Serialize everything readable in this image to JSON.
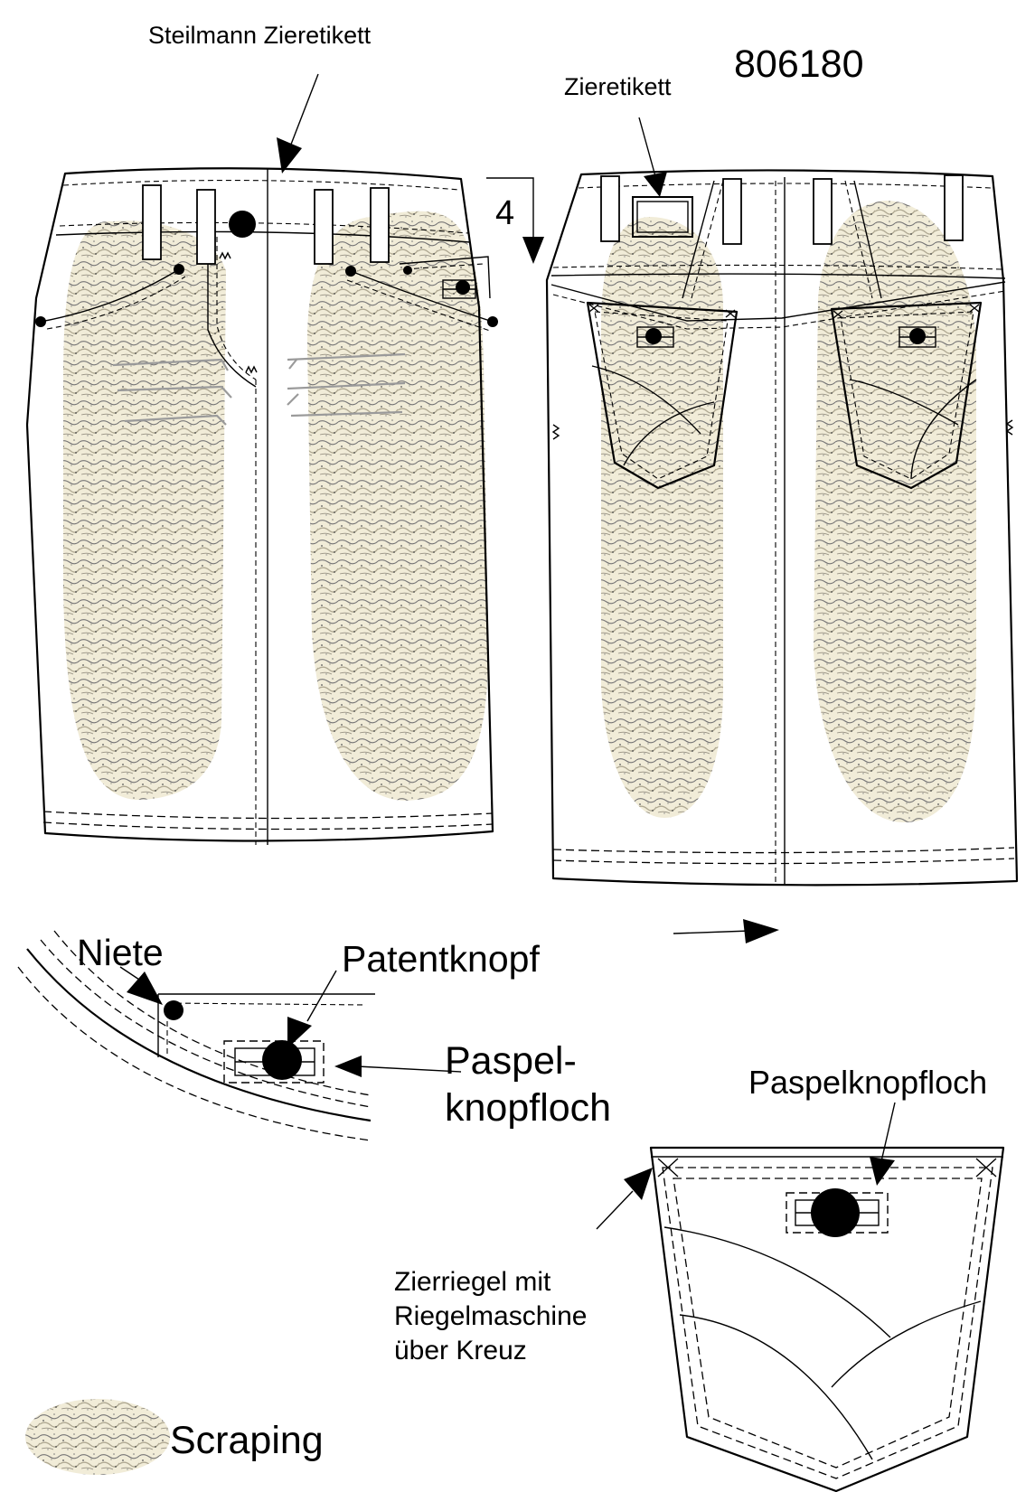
{
  "labels": {
    "style_number": "806180",
    "steilmann_label": "Steilmann Zieretikett",
    "back_label": "Zieretikett",
    "back_yoke_number": "4",
    "rivet": "Niete",
    "snap_button": "Patentknopf",
    "piped_buttonhole_line1": "Paspel-",
    "piped_buttonhole_line2": "knopfloch",
    "pocket_buttonhole": "Paspelknopfloch",
    "bartack_line1": "Zierriegel mit",
    "bartack_line2": "Riegelmaschine",
    "bartack_line3": "über Kreuz",
    "legend_scraping": "Scraping"
  },
  "colors": {
    "line": "#000000",
    "scrape_base": "#f1ecd8",
    "scrape_dark": "#4a4a52",
    "scrape_mid": "#a39c86",
    "grey_whiskers": "#9a9a9a"
  }
}
